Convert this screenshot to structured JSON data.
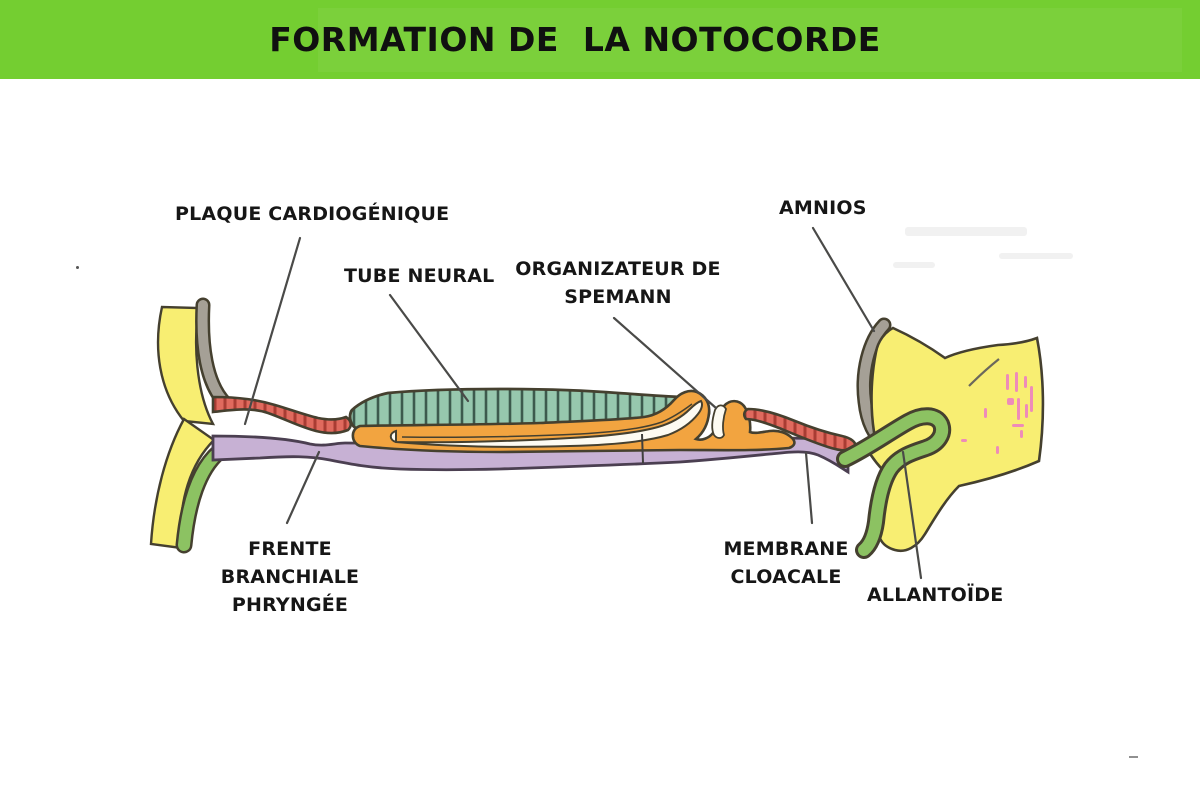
{
  "header": {
    "title": "FORMATION DE  LA NOTOCORDE"
  },
  "labels": {
    "plaque_cardiogenique": "PLAQUE CARDIOGÉNIQUE",
    "tube_neural": "TUBE NEURAL",
    "organizateur_spemann": "ORGANIZATEUR DE\nSPEMANN",
    "amnios": "AMNIOS",
    "fente_branchiale": "FRENTE\nBRANCHIALE\nPHRYNGÉE",
    "membrane_cloacale": "MEMBRANE\nCLOACALE",
    "allantoide": "ALLANTOÏDE"
  },
  "colors": {
    "header_green": "#74ce31",
    "yolk_yellow": "#f8ee72",
    "amnion_gray": "#a5a096",
    "gut_green": "#8cc262",
    "mesoderm_orange": "#f2a440",
    "ectoderm_red": "#e06a5e",
    "ectoderm_red_stripe": "#a93c33",
    "neural_teal": "#97c8ae",
    "neural_teal_stripe": "#3d5a4d",
    "endoderm_purple": "#c7b1d4",
    "notochord_white": "#fdfbf2",
    "outline_dark": "#45402f",
    "leader_line": "#4a4a48",
    "blood_pink": "#ee82c0"
  }
}
